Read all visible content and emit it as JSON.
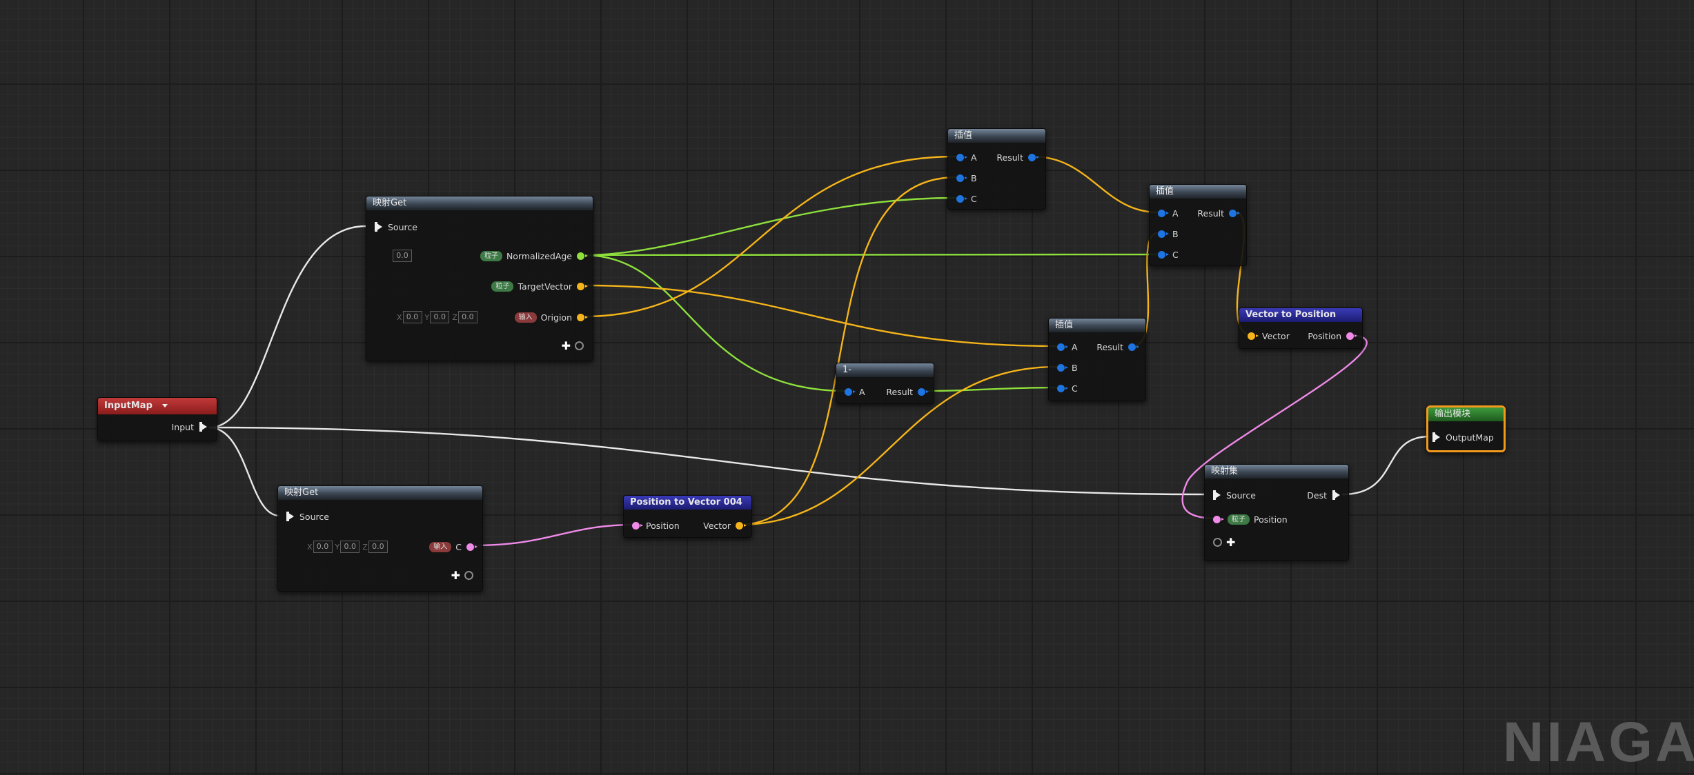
{
  "watermark": "NIAGAR",
  "colors": {
    "float": "#1e74e0",
    "normalized_age": "#8ee03c",
    "vector": "#f5b41a",
    "position": "#ef8ae8",
    "exec": "#f0f0f0",
    "output_border": "#f39a1d"
  },
  "nodes": {
    "input_map": {
      "title": "InputMap",
      "pin": "Input"
    },
    "map_get_1": {
      "title": "映射Get",
      "source": "Source",
      "default_value": "0.0",
      "pins": [
        {
          "tag": "粒子",
          "label": "NormalizedAge"
        },
        {
          "tag": "粒子",
          "label": "TargetVector"
        },
        {
          "tag": "输入",
          "label": "Origion"
        }
      ],
      "origin_x": "0.0",
      "origin_y": "0.0",
      "origin_z": "0.0",
      "x_label": "X",
      "y_label": "Y",
      "z_label": "Z"
    },
    "map_get_2": {
      "title": "映射Get",
      "source": "Source",
      "pin_tag": "输入",
      "pin_label": "C",
      "x": "0.0",
      "y": "0.0",
      "z": "0.0",
      "x_label": "X",
      "y_label": "Y",
      "z_label": "Z"
    },
    "pos_to_vec": {
      "title": "Position to Vector 004",
      "in": "Position",
      "out": "Vector"
    },
    "one_minus": {
      "title": "1-",
      "in": "A",
      "out": "Result"
    },
    "lerp_top": {
      "title": "插值",
      "a": "A",
      "b": "B",
      "c": "C",
      "out": "Result"
    },
    "lerp_mid": {
      "title": "插值",
      "a": "A",
      "b": "B",
      "c": "C",
      "out": "Result"
    },
    "lerp_right": {
      "title": "插值",
      "a": "A",
      "b": "B",
      "c": "C",
      "out": "Result"
    },
    "vec_to_pos": {
      "title": "Vector to Position",
      "in": "Vector",
      "out": "Position"
    },
    "map_set": {
      "title": "映射集",
      "source": "Source",
      "dest": "Dest",
      "pin_tag": "粒子",
      "pin_label": "Position"
    },
    "output": {
      "title": "输出模块",
      "pin": "OutputMap"
    }
  }
}
